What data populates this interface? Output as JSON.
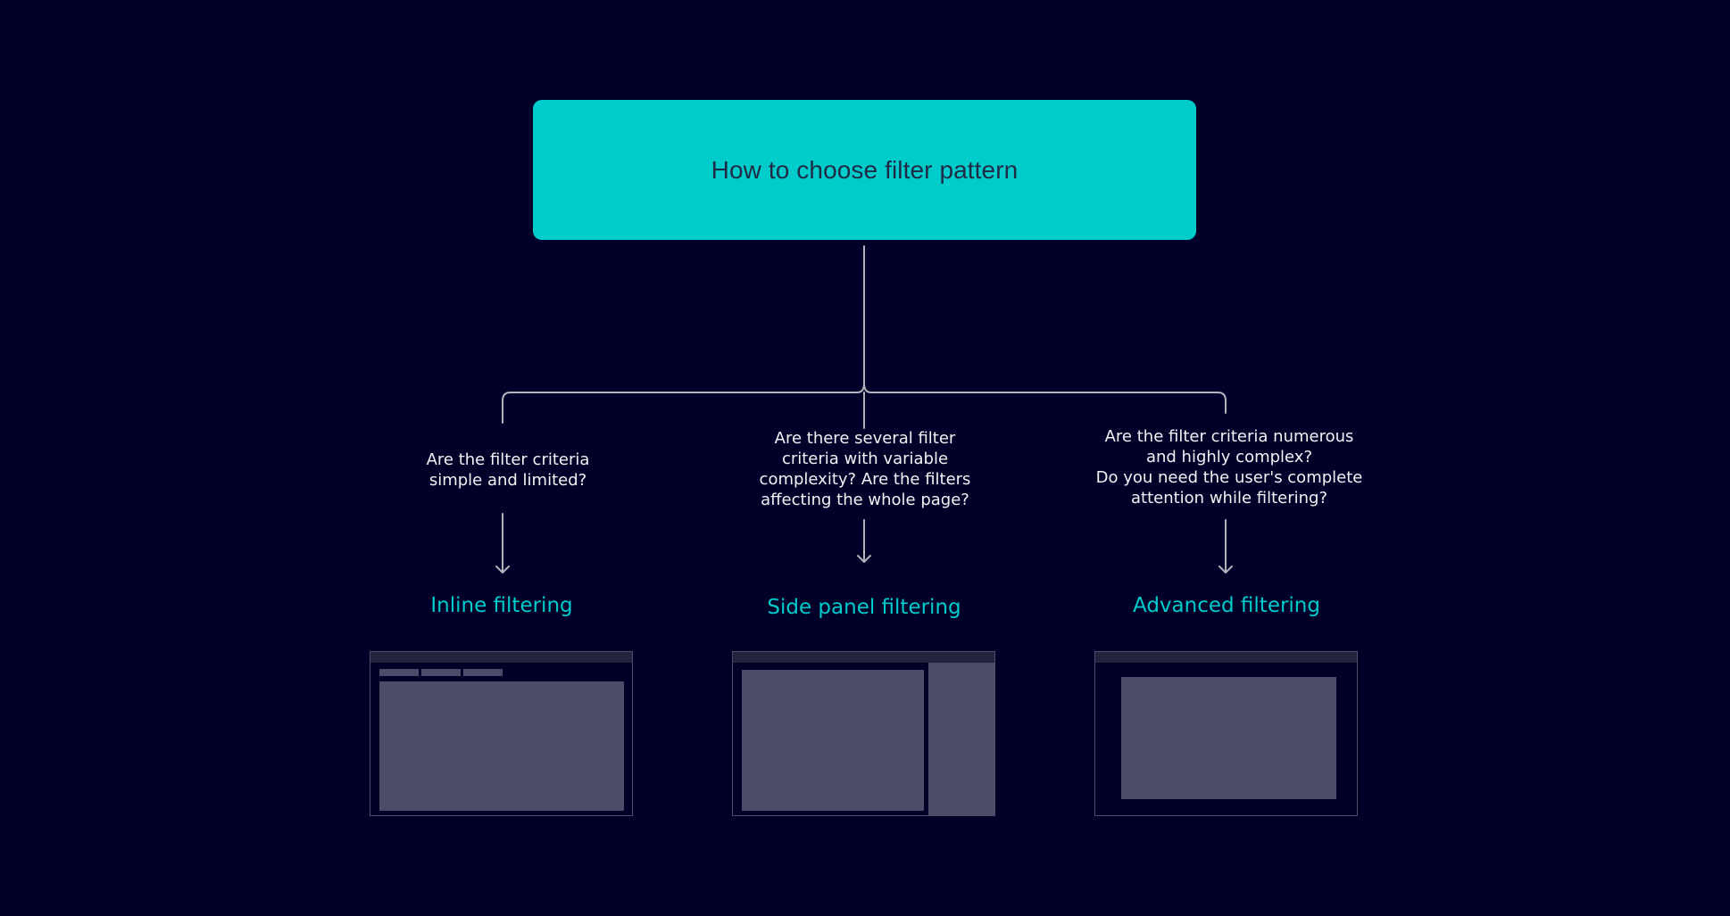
{
  "root": {
    "title": "How to choose filter pattern"
  },
  "branches": [
    {
      "question": "Are the filter criteria\nsimple and limited?",
      "pattern": "Inline filtering"
    },
    {
      "question": "Are there several filter\ncriteria with variable\ncomplexity? Are the filters\naffecting the whole page?",
      "pattern": "Side panel filtering"
    },
    {
      "question": "Are the filter criteria numerous\nand highly complex?\nDo you need the user's complete\nattention while filtering?",
      "pattern": "Advanced filtering"
    }
  ],
  "colors": {
    "background": "#000028",
    "accent": "#00cccc",
    "connector": "#b3b3be",
    "thumbnail_block": "#4c4c68"
  }
}
